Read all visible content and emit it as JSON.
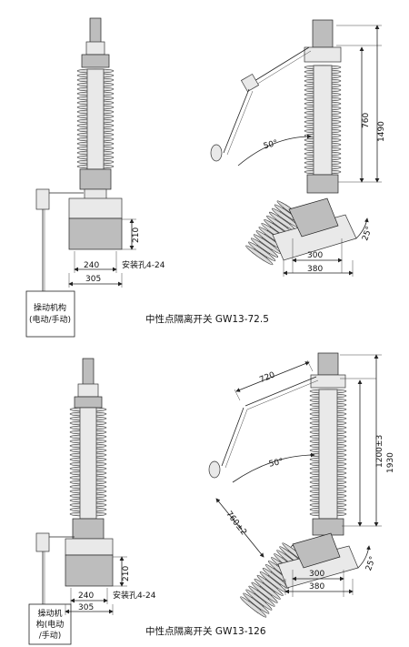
{
  "figure1": {
    "caption": "中性点隔离开关 GW13-72.5",
    "operator_box": [
      "操动机构",
      "(电动/手动)"
    ],
    "dims": {
      "d210": "210",
      "d240": "240",
      "d305": "305",
      "hole": "安装孔4-24",
      "d760": "760",
      "d1490": "1490",
      "angle50": "50°",
      "angle25": "25°",
      "d300": "300",
      "d380": "380"
    }
  },
  "figure2": {
    "caption": "中性点隔离开关 GW13-126",
    "operator_box": [
      "操动机",
      "构(电动",
      "/手动)"
    ],
    "dims": {
      "d720": "720",
      "d1200": "1200±3",
      "d1930": "1930",
      "angle50": "50°",
      "d760": "760±2",
      "angle25": "25°",
      "d210": "210",
      "d240": "240",
      "d305": "305",
      "hole": "安装孔4-24",
      "d300": "300",
      "d380": "380"
    }
  }
}
